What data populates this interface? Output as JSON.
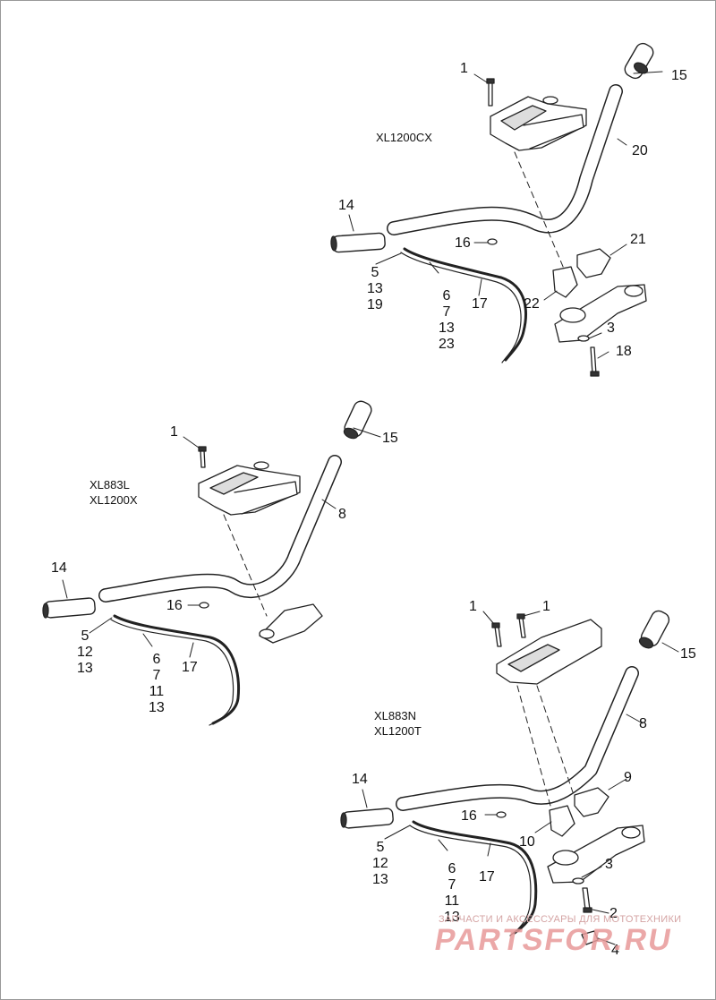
{
  "diagram_1": {
    "model": "XL1200CX",
    "labels": {
      "1": "1",
      "14": "14",
      "15": "15",
      "16": "16",
      "20": "20",
      "21": "21",
      "22": "22",
      "3": "3",
      "18": "18",
      "17": "17",
      "group_a": "5\n13\n19",
      "group_b": "6\n7\n13\n23"
    }
  },
  "diagram_2": {
    "model": "XL883L\nXL1200X",
    "labels": {
      "1": "1",
      "15": "15",
      "8": "8",
      "14": "14",
      "16": "16",
      "17": "17",
      "group_a": "5\n12\n13",
      "group_b": "6\n7\n11\n13"
    }
  },
  "diagram_3": {
    "model": "XL883N\nXL1200T",
    "labels": {
      "1a": "1",
      "1b": "1",
      "15": "15",
      "8": "8",
      "9": "9",
      "14": "14",
      "16": "16",
      "10": "10",
      "17": "17",
      "3": "3",
      "2": "2",
      "4": "4",
      "group_a": "5\n12\n13",
      "group_b": "6\n7\n11\n13"
    }
  },
  "watermark": {
    "subtitle": "ЗАПЧАСТИ И АКСЕССУАРЫ ДЛЯ МОТОТЕХНИКИ",
    "brand": "PARTSFOR.RU",
    "brand_color": "#e89a9a"
  }
}
